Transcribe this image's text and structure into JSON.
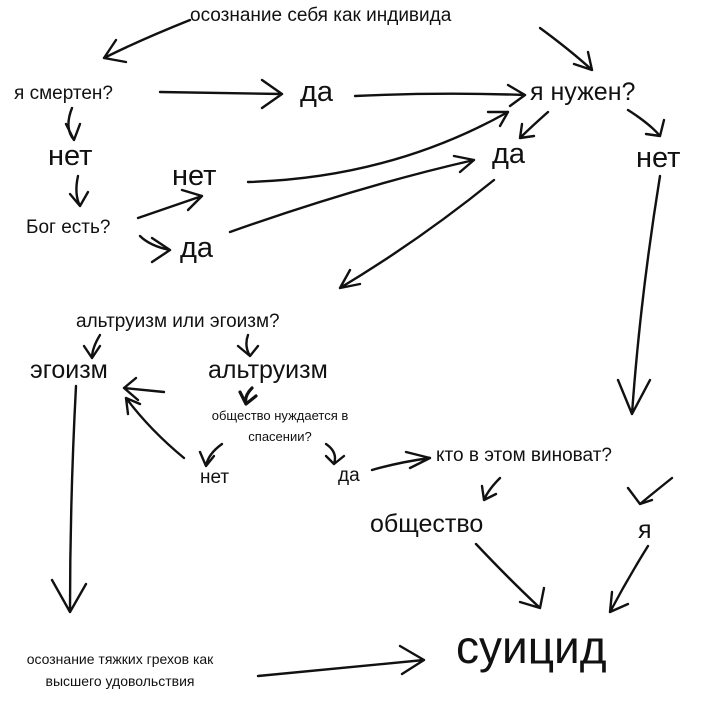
{
  "nodes": {
    "self_awareness": "осознание себя как индивида",
    "am_i_mortal": "я смертен?",
    "mortal_yes": "да",
    "am_i_needed": "я нужен?",
    "mortal_no": "нет",
    "needed_yes": "да",
    "needed_no": "нет",
    "god_no": "нет",
    "god_exists": "Бог есть?",
    "god_yes": "да",
    "altruism_or_egoism": "альтруизм или эгоизм?",
    "egoism": "эгоизм",
    "altruism": "альтруизм",
    "society_needs_line1": "общество нуждается в",
    "society_needs_line2": "спасении?",
    "saving_no": "нет",
    "saving_yes": "да",
    "who_is_guilty": "кто в этом виноват?",
    "society": "общество",
    "me": "я",
    "sins_line1": "осознание тяжких грехов как",
    "sins_line2": "высшего удовольствия",
    "suicide": "суицид"
  }
}
